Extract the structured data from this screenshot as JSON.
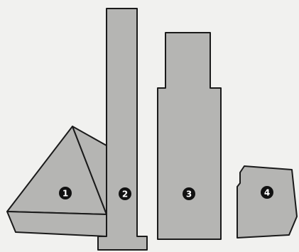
{
  "pieces": [
    {
      "id": "piece-1",
      "label": "1"
    },
    {
      "id": "piece-2",
      "label": "2"
    },
    {
      "id": "piece-3",
      "label": "3"
    },
    {
      "id": "piece-4",
      "label": "4"
    }
  ],
  "colors": {
    "background": "#f1f1ef",
    "piece_fill": "#b5b5b3",
    "outline": "#1a1a1a",
    "badge": "#111111"
  }
}
